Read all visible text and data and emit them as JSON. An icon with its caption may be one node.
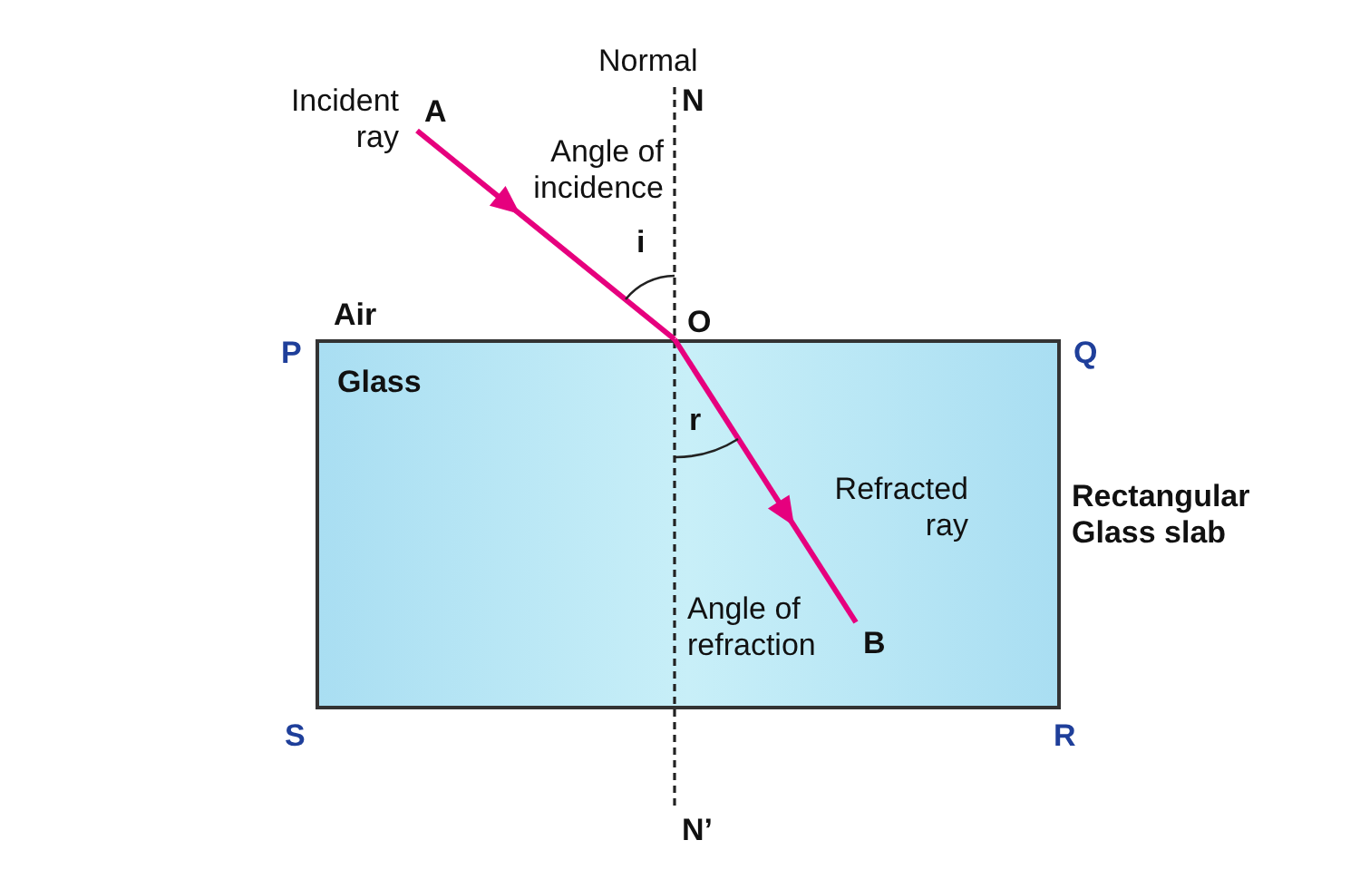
{
  "diagram": {
    "nodes": [
      {
        "text": [
          "Glass"
        ],
        "beside": [
          "Rectangular Glass slab"
        ]
      }
    ],
    "labels": [
      "Normal",
      "N",
      "Incident ray",
      "A",
      "Angle of incidence",
      "i",
      "Air",
      "O",
      "P",
      "Q",
      "r",
      "Refracted ray",
      "Angle of refraction",
      "B",
      "S",
      "R",
      "N’"
    ]
  }
}
